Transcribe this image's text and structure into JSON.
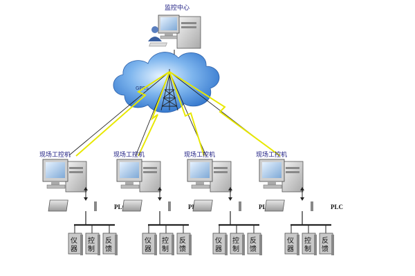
{
  "diagram": {
    "center_label": "监控中心",
    "cloud_label": "GPRS",
    "station_label": "现场工控机",
    "plc_label": "PLC",
    "device_labels": [
      [
        "仪",
        "器"
      ],
      [
        "控",
        "制"
      ],
      [
        "反",
        "馈"
      ]
    ],
    "stations": [
      {
        "name": "现场工控机",
        "plc": "PLC"
      },
      {
        "name": "现场工控机",
        "plc": "PLC"
      },
      {
        "name": "现场工控机",
        "plc": "PLC"
      },
      {
        "name": "现场工控机",
        "plc": "PLC"
      }
    ]
  },
  "colors": {
    "cloud_fill": "#4a90e0",
    "lightning": "#f0f000",
    "computer_body": "#d9d9d9",
    "device_box": "#c9c9c9"
  },
  "icons": [
    "computer-icon",
    "user-icon",
    "cloud-icon",
    "tower-icon",
    "lightning-icon",
    "plc-icon"
  ]
}
